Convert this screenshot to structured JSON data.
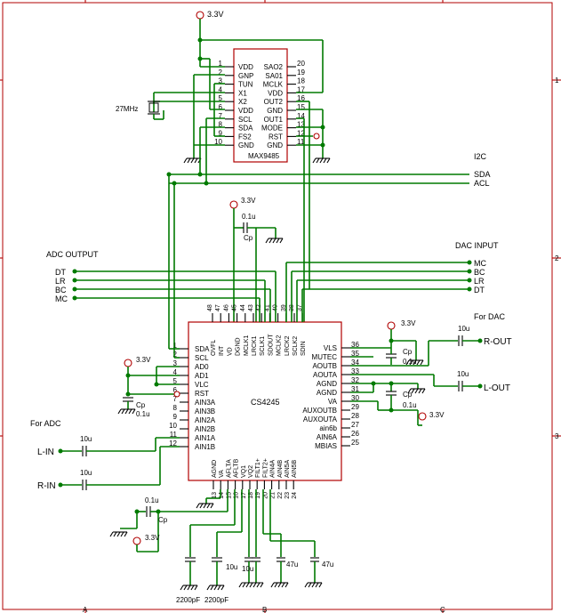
{
  "frame": {
    "col_markers": [
      "A",
      "B",
      "C"
    ],
    "row_markers": [
      "1",
      "2",
      "3"
    ]
  },
  "supply": "3.3V",
  "max9485": {
    "name": "MAX9485",
    "left_pins": [
      {
        "num": "1",
        "name": "VDD"
      },
      {
        "num": "2",
        "name": "GNP"
      },
      {
        "num": "3",
        "name": "TUN"
      },
      {
        "num": "4",
        "name": "X1"
      },
      {
        "num": "5",
        "name": "X2"
      },
      {
        "num": "6",
        "name": "VDD"
      },
      {
        "num": "7",
        "name": "SCL"
      },
      {
        "num": "8",
        "name": "SDA"
      },
      {
        "num": "9",
        "name": "FS2"
      },
      {
        "num": "10",
        "name": "GND"
      }
    ],
    "right_pins": [
      {
        "num": "20",
        "name": "SAO2"
      },
      {
        "num": "19",
        "name": "SA01"
      },
      {
        "num": "18",
        "name": "MCLK"
      },
      {
        "num": "17",
        "name": "VDD"
      },
      {
        "num": "16",
        "name": "OUT2"
      },
      {
        "num": "15",
        "name": "GND"
      },
      {
        "num": "14",
        "name": "OUT1"
      },
      {
        "num": "13",
        "name": "MODE"
      },
      {
        "num": "12",
        "name": "RST"
      },
      {
        "num": "11",
        "name": "GND"
      }
    ],
    "crystal": "27MHz"
  },
  "i2c": {
    "title": "I2C",
    "signals": [
      "SDA",
      "ACL"
    ]
  },
  "adc_output": {
    "title": "ADC OUTPUT",
    "signals": [
      "DT",
      "LR",
      "BC",
      "MC"
    ]
  },
  "dac_input": {
    "title": "DAC INPUT",
    "signals": [
      "MC",
      "BC",
      "LR",
      "DT"
    ]
  },
  "cs4245": {
    "name": "CS4245",
    "top_pins": [
      {
        "num": "48",
        "name": "OVFL"
      },
      {
        "num": "47",
        "name": "INT"
      },
      {
        "num": "46",
        "name": "VD"
      },
      {
        "num": "45",
        "name": "DGND"
      },
      {
        "num": "44",
        "name": "MCLK1"
      },
      {
        "num": "43",
        "name": "LRCK1"
      },
      {
        "num": "42",
        "name": "SCLK1"
      },
      {
        "num": "41",
        "name": "SDOUT"
      },
      {
        "num": "40",
        "name": "MCLK2"
      },
      {
        "num": "39",
        "name": "LRCK2"
      },
      {
        "num": "38",
        "name": "SCLK2"
      },
      {
        "num": "37",
        "name": "SDIN"
      }
    ],
    "left_pins": [
      {
        "num": "1",
        "name": "SDA"
      },
      {
        "num": "2",
        "name": "SCL"
      },
      {
        "num": "3",
        "name": "AD0"
      },
      {
        "num": "4",
        "name": "AD1"
      },
      {
        "num": "5",
        "name": "VLC"
      },
      {
        "num": "6",
        "name": "RST"
      },
      {
        "num": "7",
        "name": "AIN3A"
      },
      {
        "num": "8",
        "name": "AIN3B"
      },
      {
        "num": "9",
        "name": "AIN2A"
      },
      {
        "num": "10",
        "name": "AIN2B"
      },
      {
        "num": "11",
        "name": "AIN1A"
      },
      {
        "num": "12",
        "name": "AIN1B"
      }
    ],
    "right_pins": [
      {
        "num": "36",
        "name": "VLS"
      },
      {
        "num": "35",
        "name": "MUTEC"
      },
      {
        "num": "34",
        "name": "AOUTB"
      },
      {
        "num": "33",
        "name": "AOUTA"
      },
      {
        "num": "32",
        "name": "AGND"
      },
      {
        "num": "31",
        "name": "AGND"
      },
      {
        "num": "30",
        "name": "VA"
      },
      {
        "num": "29",
        "name": "AUXOUTB"
      },
      {
        "num": "28",
        "name": "AUXOUTA"
      },
      {
        "num": "27",
        "name": "ain6b"
      },
      {
        "num": "26",
        "name": "AIN6A"
      },
      {
        "num": "25",
        "name": "MBIAS"
      }
    ],
    "bottom_pins": [
      {
        "num": "13",
        "name": "AGND"
      },
      {
        "num": "14",
        "name": "VA"
      },
      {
        "num": "15",
        "name": "AFLTA"
      },
      {
        "num": "16",
        "name": "AFLTB"
      },
      {
        "num": "17",
        "name": "VQ1"
      },
      {
        "num": "18",
        "name": "VQ2"
      },
      {
        "num": "19",
        "name": "FILT1+"
      },
      {
        "num": "20",
        "name": "FILT2+"
      },
      {
        "num": "21",
        "name": "AIN4A"
      },
      {
        "num": "22",
        "name": "AIN4B"
      },
      {
        "num": "23",
        "name": "AIN5A"
      },
      {
        "num": "24",
        "name": "AIN5B"
      }
    ]
  },
  "labels": {
    "for_adc": "For ADC",
    "for_dac": "For DAC",
    "l_in": "L-IN",
    "r_in": "R-IN",
    "r_out": "R-OUT",
    "l_out": "L-OUT"
  },
  "caps": {
    "cp": "Cp",
    "v01u": "0.1u",
    "v10u": "10u",
    "v47u": "47u",
    "v2200p": "2200pF"
  }
}
